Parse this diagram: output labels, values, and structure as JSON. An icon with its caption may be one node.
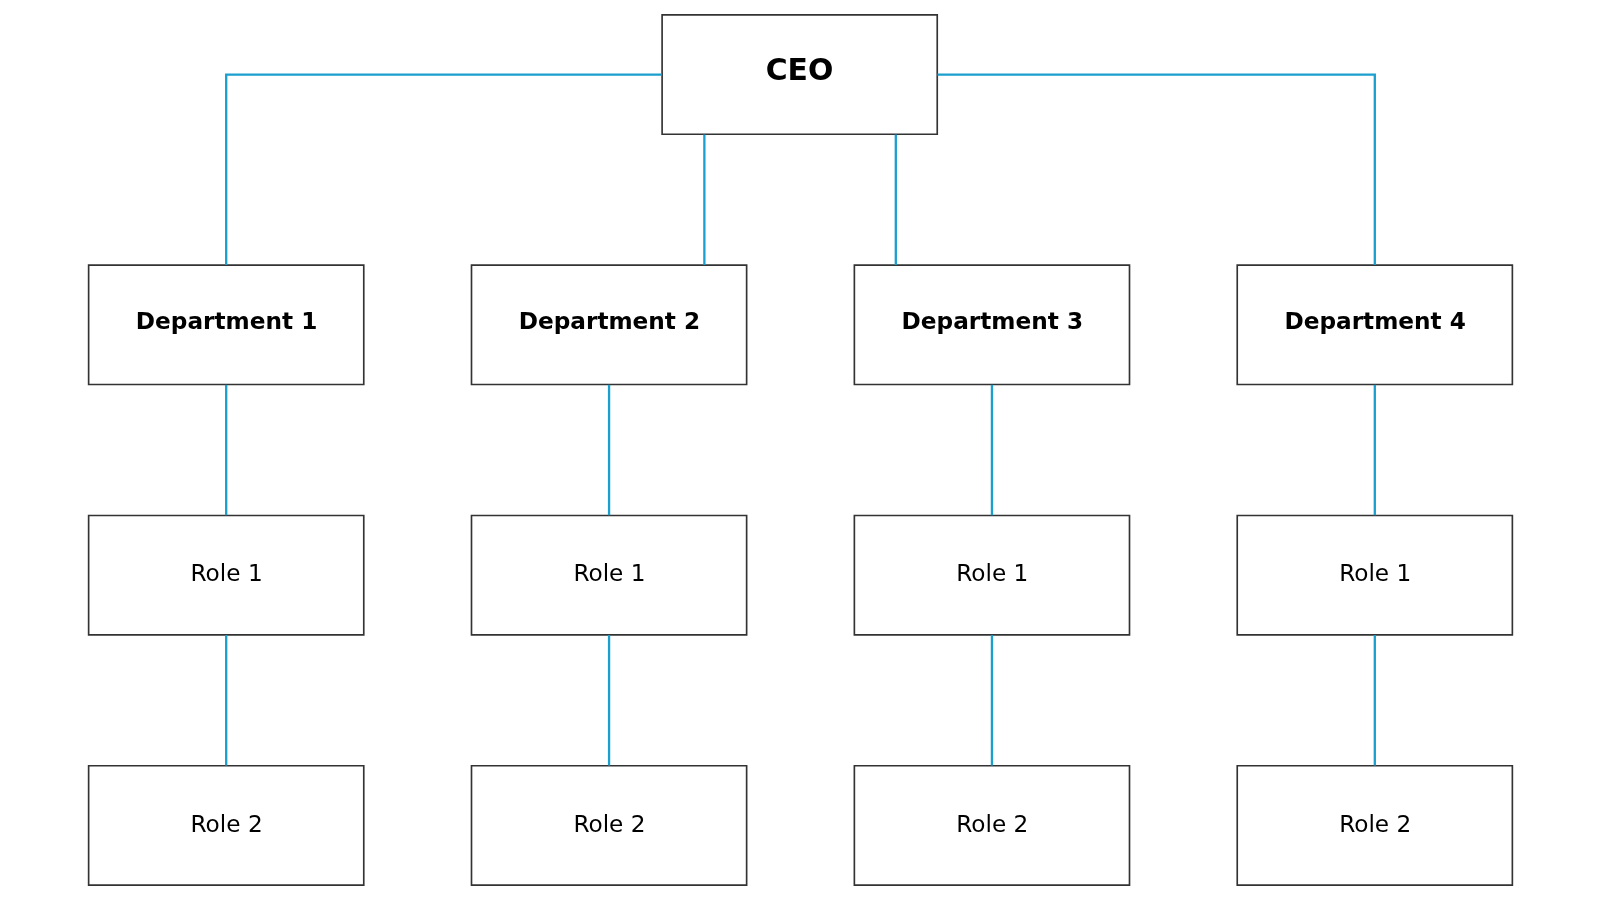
{
  "diagram": {
    "nodes": [
      {
        "text": [
          "CEO"
        ]
      },
      {
        "text": [
          "Department 1"
        ]
      },
      {
        "text": [
          "Department 2"
        ]
      },
      {
        "text": [
          "Department 3"
        ]
      },
      {
        "text": [
          "Department 4"
        ]
      },
      {
        "text": [
          "Role 1"
        ]
      },
      {
        "text": [
          "Role 1"
        ]
      },
      {
        "text": [
          "Role 1"
        ]
      },
      {
        "text": [
          "Role 1"
        ]
      },
      {
        "text": [
          "Role 2"
        ]
      },
      {
        "text": [
          "Role 2"
        ]
      },
      {
        "text": [
          "Role 2"
        ]
      },
      {
        "text": [
          "Role 2"
        ]
      }
    ],
    "edges": [
      {
        "from": 0,
        "to": 1,
        "arrow": "none"
      },
      {
        "from": 0,
        "to": 2,
        "arrow": "none"
      },
      {
        "from": 0,
        "to": 3,
        "arrow": "none"
      },
      {
        "from": 0,
        "to": 4,
        "arrow": "none"
      },
      {
        "from": 1,
        "to": 5,
        "arrow": "none"
      },
      {
        "from": 2,
        "to": 6,
        "arrow": "none"
      },
      {
        "from": 3,
        "to": 7,
        "arrow": "none"
      },
      {
        "from": 4,
        "to": 8,
        "arrow": "none"
      },
      {
        "from": 5,
        "to": 9,
        "arrow": "none"
      },
      {
        "from": 6,
        "to": 10,
        "arrow": "none"
      },
      {
        "from": 7,
        "to": 11,
        "arrow": "none"
      },
      {
        "from": 8,
        "to": 12,
        "arrow": "none"
      }
    ]
  }
}
